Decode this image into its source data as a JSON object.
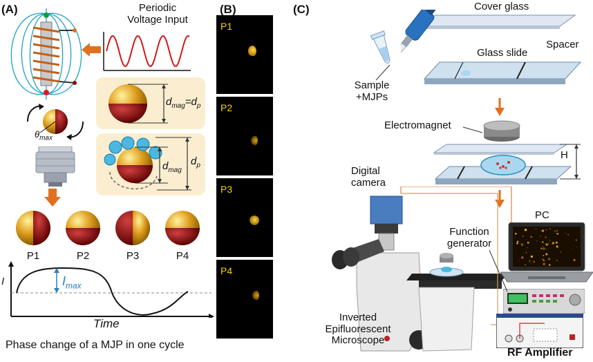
{
  "panels": {
    "a": "(A)",
    "b": "(B)",
    "c": "(C)"
  },
  "panel_a": {
    "voltage_title_line1": "Periodic",
    "voltage_title_line2": "Voltage Input",
    "theta_symbol": "θ",
    "theta_sub": "max",
    "card1_d": "d",
    "card1_mag_sub": "mag",
    "card1_eq": "=d",
    "card1_p_sub": "p",
    "card2_dmag": "d",
    "card2_mag_sub": "mag",
    "card2_dp": "d",
    "card2_p_sub": "p",
    "phase_labels": [
      "P1",
      "P2",
      "P3",
      "P4"
    ],
    "i_axis": "I",
    "i_max": "I",
    "i_max_sub": "max",
    "time_label": "Time",
    "caption": "Phase change of a MJP in one cycle",
    "colors": {
      "gold": "#e0a020",
      "dark_red": "#8a1010",
      "arrow": "#e07020",
      "card": "#fbeed0",
      "blue": "#2a7fc0"
    }
  },
  "panel_b": {
    "frames": [
      "P1",
      "P2",
      "P3",
      "P4"
    ],
    "colors": {
      "tag": "#f3d400",
      "spot": "#e0b010"
    }
  },
  "panel_c": {
    "cover_glass": "Cover glass",
    "glass_slide": "Glass slide",
    "spacer": "Spacer",
    "sample_line1": "Sample",
    "sample_line2": "+MJPs",
    "electromagnet": "Electromagnet",
    "h_label": "H",
    "digital_line1": "Digital",
    "digital_line2": "camera",
    "pc": "PC",
    "function_line1": "Function",
    "function_line2": "generator",
    "inverted_line1": "Inverted",
    "inverted_line2": "Epifluorescent",
    "inverted_line3": "Microscope",
    "rf_amplifier": "RF Amplifier"
  }
}
